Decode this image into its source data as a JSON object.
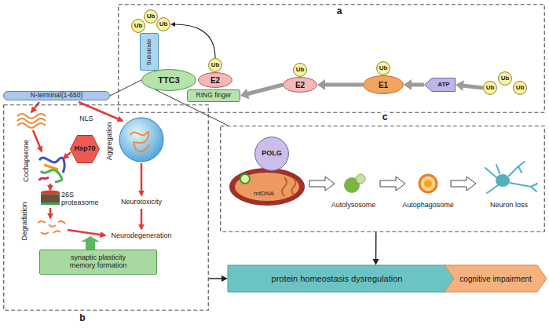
{
  "diagram": {
    "nodes": [
      {
        "text": [
          "a"
        ]
      },
      {
        "text": [
          "Ub"
        ],
        "in": 0
      },
      {
        "text": [
          "Ub"
        ],
        "in": 0
      },
      {
        "text": [
          "Ub"
        ],
        "in": 0
      },
      {
        "text": [
          "Substrate"
        ],
        "in": 0
      },
      {
        "text": [
          "E2"
        ],
        "in": 0
      },
      {
        "text": [
          "Ub"
        ],
        "in": 0
      },
      {
        "text": [
          "TTC3"
        ],
        "in": 0
      },
      {
        "text": [
          "RING finger"
        ],
        "in": 0
      },
      {
        "text": [
          "E2"
        ],
        "in": 0
      },
      {
        "text": [
          "Ub"
        ],
        "in": 0
      },
      {
        "text": [
          "E1"
        ],
        "in": 0
      },
      {
        "text": [
          "Ub"
        ],
        "in": 0
      },
      {
        "text": [
          "ATP"
        ],
        "in": 0
      },
      {
        "text": [
          "Ub"
        ],
        "in": 0
      },
      {
        "text": [
          "Ub"
        ],
        "in": 0
      },
      {
        "text": [
          "Ub"
        ],
        "in": 0
      },
      {
        "text": [
          "N-terminal(1-650)"
        ]
      },
      {
        "text": [
          "b"
        ]
      },
      {
        "text": [
          "Hsp70"
        ],
        "in": 18
      },
      {
        "text": [
          "synaptic plasticity memory formation"
        ],
        "in": 18
      },
      {
        "text": [
          "c"
        ]
      },
      {
        "text": [
          "POLG"
        ],
        "in": 21
      },
      {
        "text": [
          "protein homeostasis dysregulation"
        ]
      },
      {
        "text": [
          "cognitive impairment"
        ]
      }
    ],
    "edges": [
      {
        "from": 7,
        "to": 17,
        "arrow": "none"
      },
      {
        "from": 6,
        "to": 3,
        "arrow": "to"
      },
      {
        "from": 14,
        "to": 13,
        "arrow": "to"
      },
      {
        "from": 13,
        "to": 11,
        "arrow": "to"
      },
      {
        "from": 11,
        "to": 9,
        "arrow": "to"
      },
      {
        "from": 9,
        "to": 8,
        "arrow": "to"
      },
      {
        "from": 7,
        "to": 21,
        "arrow": "none"
      },
      {
        "from": 18,
        "to": 23,
        "arrow": "to"
      },
      {
        "from": 21,
        "to": 23,
        "arrow": "to"
      }
    ],
    "labels": [
      "Cochaperone",
      "NLS",
      "Aggregation",
      "26S proteasome",
      "Degradation",
      "Neurotoxicity",
      "Neurodegeneration",
      "mtDNA",
      "Autolysosome",
      "Autophagosome",
      "Neuron loss"
    ]
  }
}
